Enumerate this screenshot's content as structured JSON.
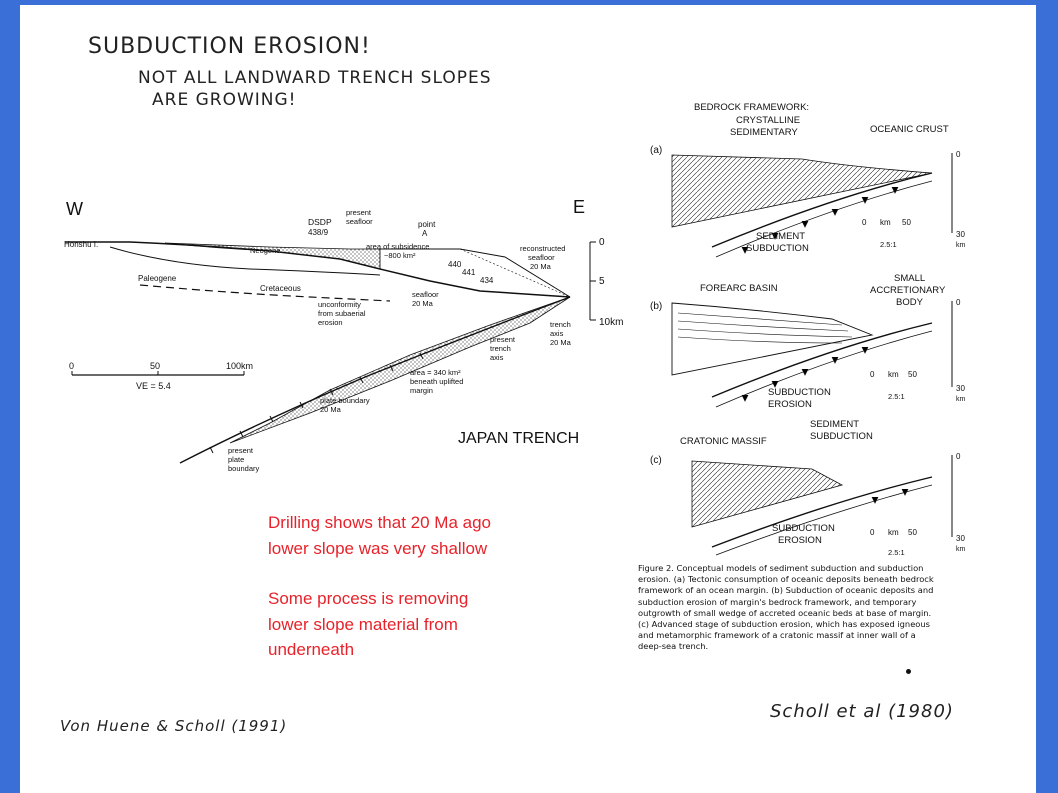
{
  "title": {
    "line1": "SUBDUCTION EROSION!",
    "line2": "NOT ALL LANDWARD TRENCH SLOPES",
    "line3": "ARE GROWING!"
  },
  "left_figure": {
    "dir_west": "W",
    "dir_east": "E",
    "honshu": "Honshu I.",
    "neogene": "Neogene",
    "paleogene": "Paleogene",
    "cretaceous": "Cretaceous",
    "dsdp": "DSDP",
    "dsdp_site": "438/9",
    "present_seafloor_1": "present",
    "present_seafloor_2": "seafloor",
    "point_a_1": "point",
    "point_a_2": "A",
    "area_subsidence_1": "area of subsidence",
    "area_subsidence_2": "~800 km²",
    "reconstructed_1": "reconstructed",
    "reconstructed_2": "seafloor",
    "reconstructed_3": "20 Ma",
    "unconformity_1": "unconformity",
    "unconformity_2": "from subaerial",
    "unconformity_3": "erosion",
    "seafloor20_1": "seafloor",
    "seafloor20_2": "20 Ma",
    "site_440": "440",
    "site_441": "441",
    "site_434": "434",
    "depth_0": "0",
    "depth_5": "5",
    "depth_10": "10km",
    "trench_axis_1": "trench",
    "trench_axis_2": "axis",
    "trench_axis_3": "20 Ma",
    "present_trench_1": "present",
    "present_trench_2": "trench",
    "present_trench_3": "axis",
    "area340_1": "area = 340 km²",
    "area340_2": "beneath uplifted",
    "area340_3": "margin",
    "plate20_1": "plate boundary",
    "plate20_2": "20 Ma",
    "present_plate_1": "present",
    "present_plate_2": "plate",
    "present_plate_3": "boundary",
    "scale_0": "0",
    "scale_50": "50",
    "scale_100": "100km",
    "ve": "VE = 5.4",
    "japan_trench": "JAPAN TRENCH"
  },
  "right_figure": {
    "bedrock": "BEDROCK FRAMEWORK:",
    "crystalline": "CRYSTALLINE",
    "sedimentary": "SEDIMENTARY",
    "oceanic_crust": "OCEANIC CRUST",
    "panel_a": "(a)",
    "panel_b": "(b)",
    "panel_c": "(c)",
    "sed_sub_a_1": "SEDIMENT",
    "sed_sub_a_2": "SUBDUCTION",
    "forearc": "FOREARC BASIN",
    "small_1": "SMALL",
    "small_2": "ACCRETIONARY",
    "small_3": "BODY",
    "sub_ero_b_1": "SUBDUCTION",
    "sub_ero_b_2": "EROSION",
    "sed_sub_b_1": "SEDIMENT",
    "sed_sub_b_2": "SUBDUCTION",
    "cratonic": "CRATONIC MASSIF",
    "sub_ero_c_1": "SUBDUCTION",
    "sub_ero_c_2": "EROSION",
    "km_label": "km",
    "km_0": "0",
    "km_50": "50",
    "ratio_a": "2.5:1",
    "ratio_b": "2.5:1",
    "ratio_c": "2.5:1",
    "depth_0": "0",
    "depth_30": "30",
    "depth_km": "km"
  },
  "figure_caption": {
    "lines": [
      "Figure 2. Conceptual models of sediment subduction and subduction",
      "erosion. (a) Tectonic consumption of oceanic deposits beneath bedrock",
      "framework of an ocean margin. (b) Subduction of oceanic deposits and",
      "subduction erosion of margin's bedrock framework, and temporary",
      "outgrowth of small wedge of accreted oceanic beds at base of margin.",
      "(c) Advanced stage of subduction erosion, which has exposed igneous",
      "and metamorphic framework of a cratonic massif at inner wall of a",
      "deep-sea trench."
    ]
  },
  "red_caption": {
    "line1": "Drilling shows that 20 Ma ago",
    "line2": "lower slope was very shallow",
    "line3": "Some process is removing",
    "line4": "lower slope material from",
    "line5": "underneath"
  },
  "citations": {
    "left": "Von Huene & Scholl (1991)",
    "right": "Scholl et al (1980)"
  }
}
